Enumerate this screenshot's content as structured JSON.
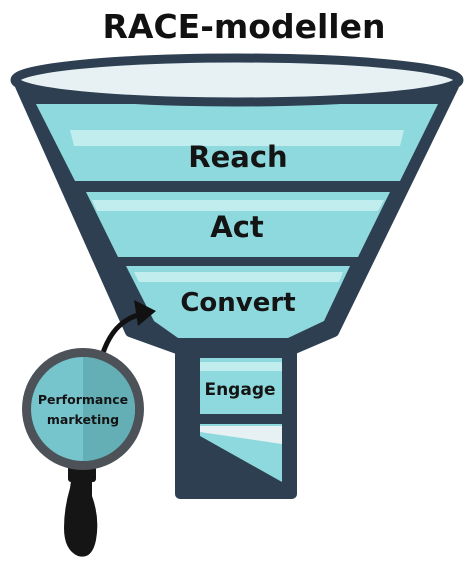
{
  "title": "RACE-modellen",
  "stages": [
    {
      "label": "Reach"
    },
    {
      "label": "Act"
    },
    {
      "label": "Convert"
    },
    {
      "label": "Engage"
    }
  ],
  "magnifier": {
    "line1": "Performance",
    "line2": "marketing"
  },
  "colors": {
    "outline": "#2e3f52",
    "band_fill": "#8ed9dd",
    "band_highlight": "#c6eef0",
    "funnel_rim": "#e7f1f4",
    "lens_fill": "#76c4cc",
    "handle": "#151515",
    "text": "#141414"
  }
}
